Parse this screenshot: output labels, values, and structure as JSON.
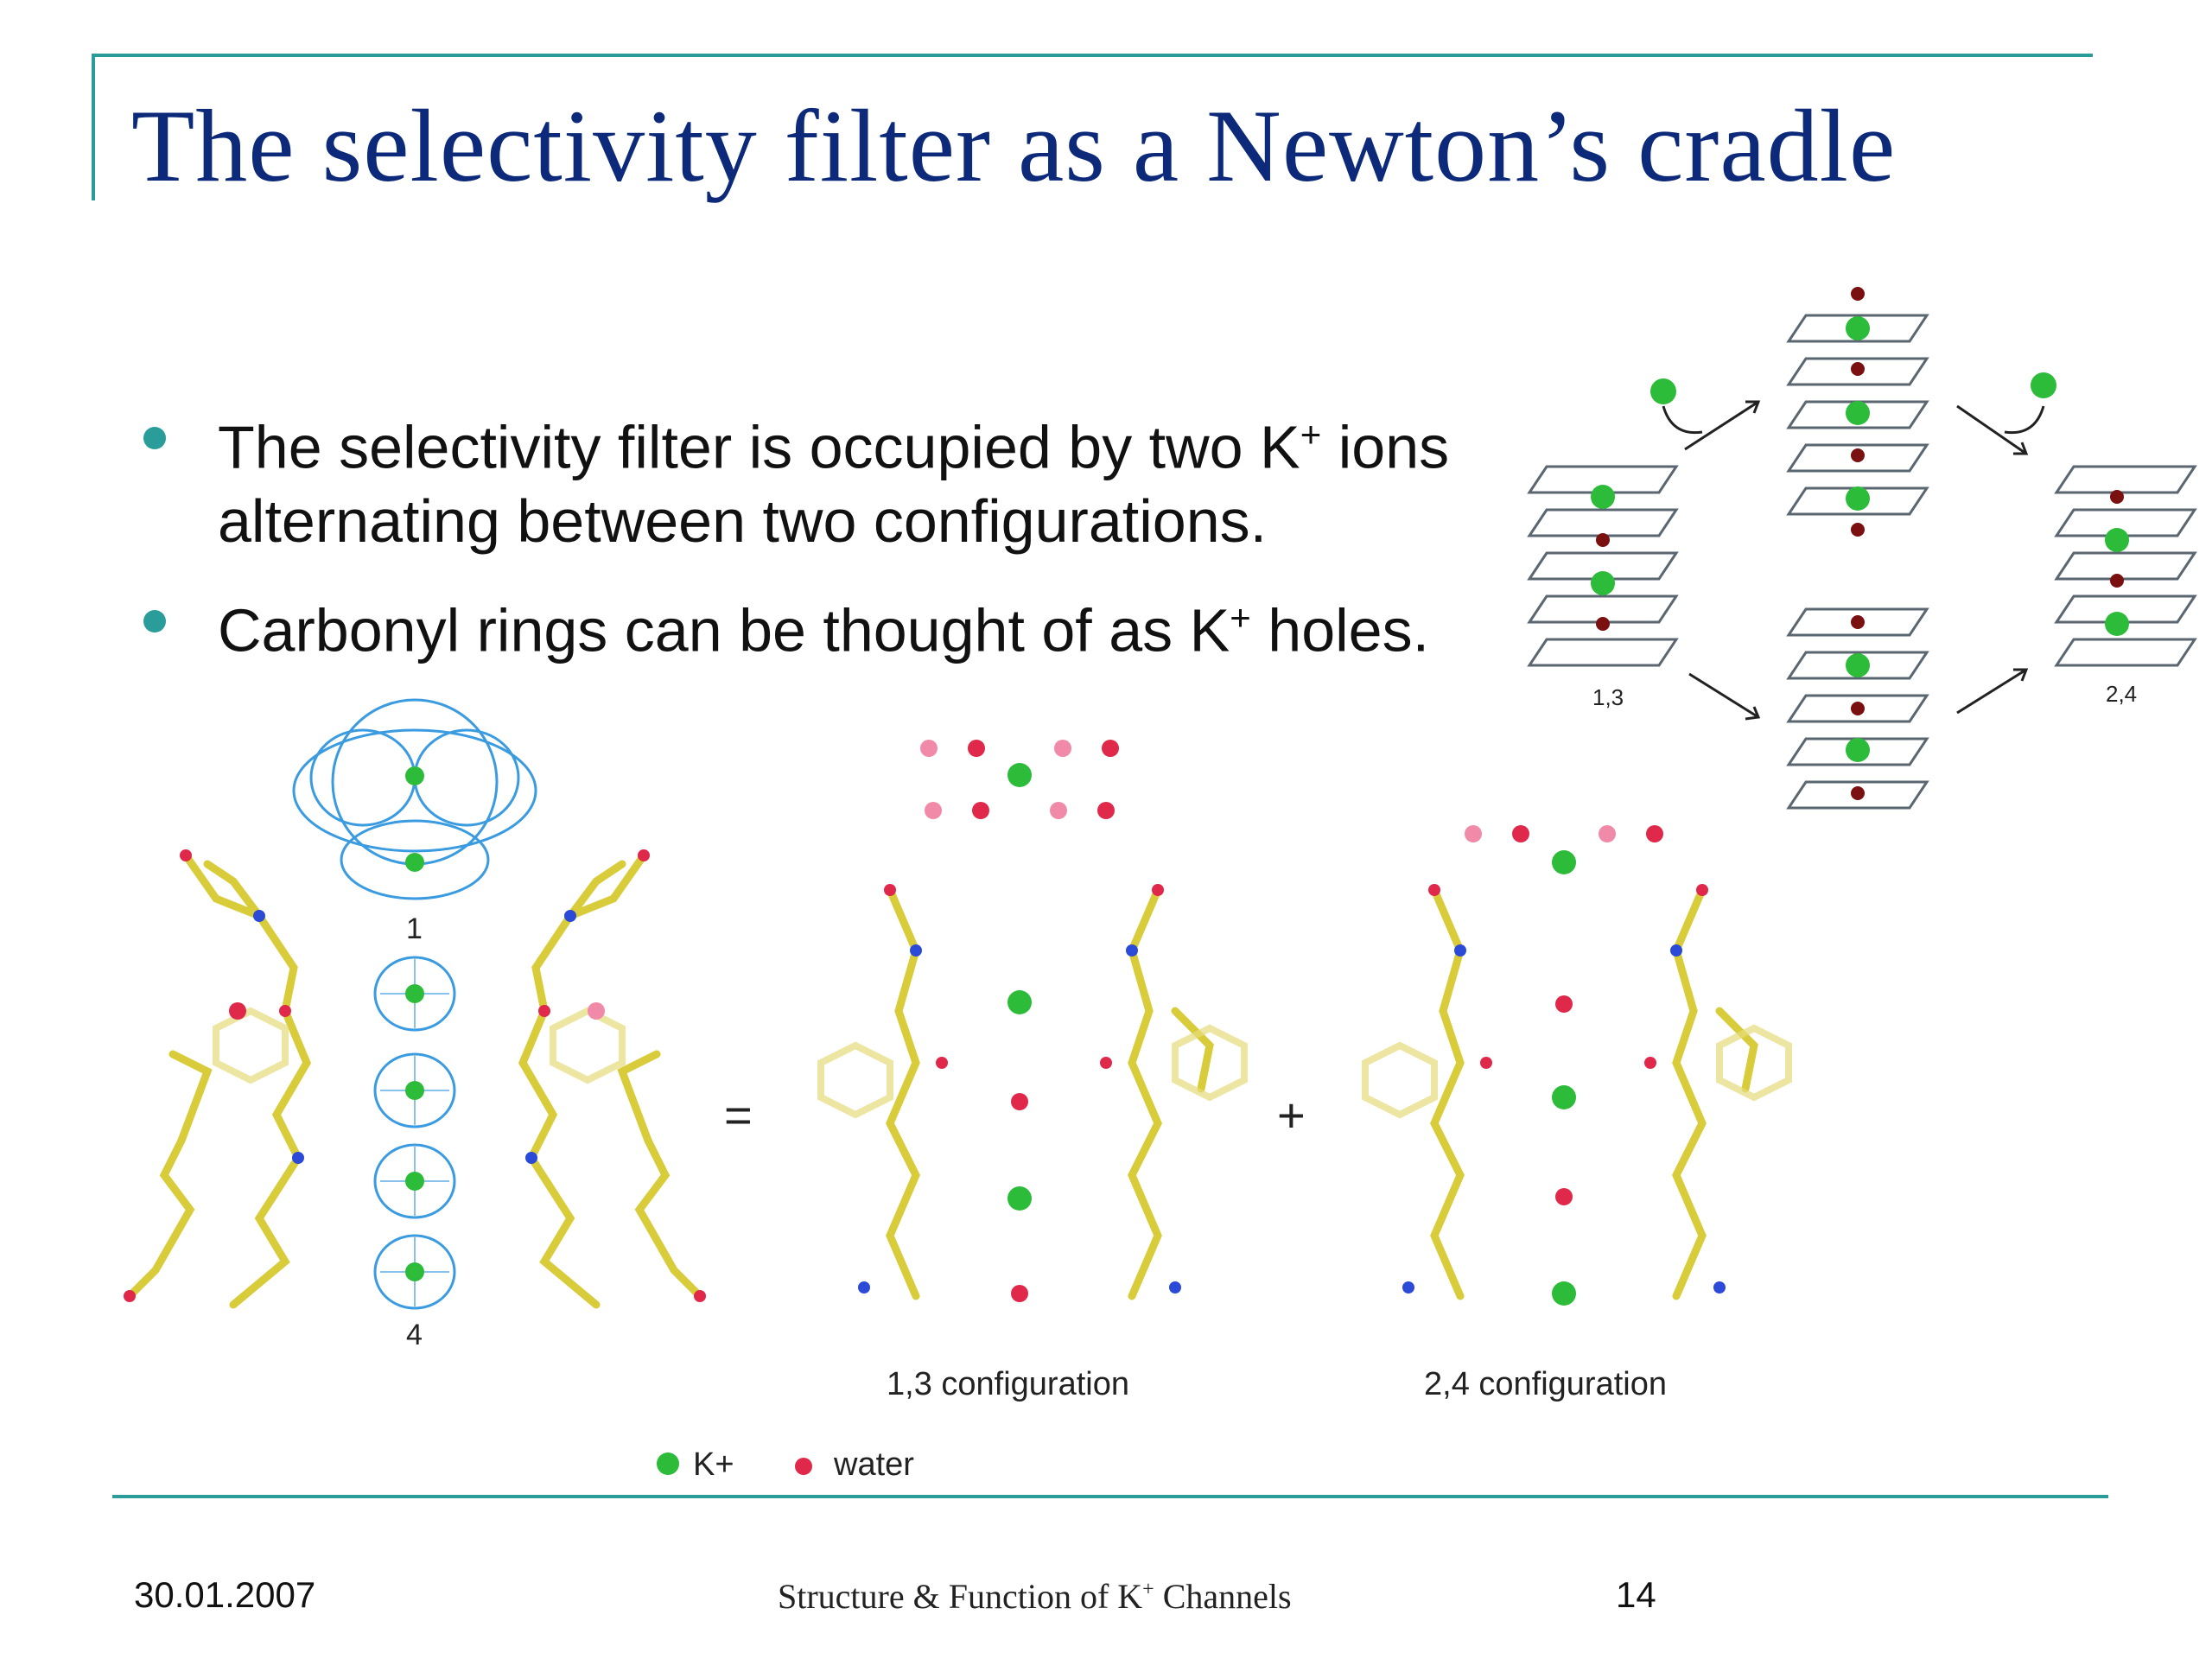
{
  "slide": {
    "title": "The selectivity filter as a Newton’s cradle",
    "bullets": [
      {
        "text_before": "The selectivity filter is occupied by two K",
        "sup": "+",
        "text_after": " ions alternating between two configurations."
      },
      {
        "text_before": "Carbonyl rings can be thought of as K",
        "sup": "+",
        "text_after": " holes."
      }
    ]
  },
  "figure_top_right": {
    "left_label": "1,3",
    "right_label": "2,4"
  },
  "figure_bottom": {
    "site_label_top": "1",
    "site_label_bottom": "4",
    "equals_sign": "=",
    "plus_sign": "+",
    "config_13_label": "1,3 configuration",
    "config_24_label": "2,4 configuration",
    "legend": [
      {
        "label": "K+",
        "color": "#2dbb3a"
      },
      {
        "label": "water",
        "color": "#e0284a"
      }
    ]
  },
  "footer": {
    "date": "30.01.2007",
    "title_before": "Structure & Function of K",
    "title_sup": "+",
    "title_after": " Channels",
    "page": "14"
  },
  "colors": {
    "title": "#0d2a7a",
    "accent_rule": "#2a9d9a",
    "potassium": "#2dbb3a",
    "water": "#e0284a",
    "carbon": "#d9cc3a",
    "density_mesh": "#3a9be0"
  }
}
